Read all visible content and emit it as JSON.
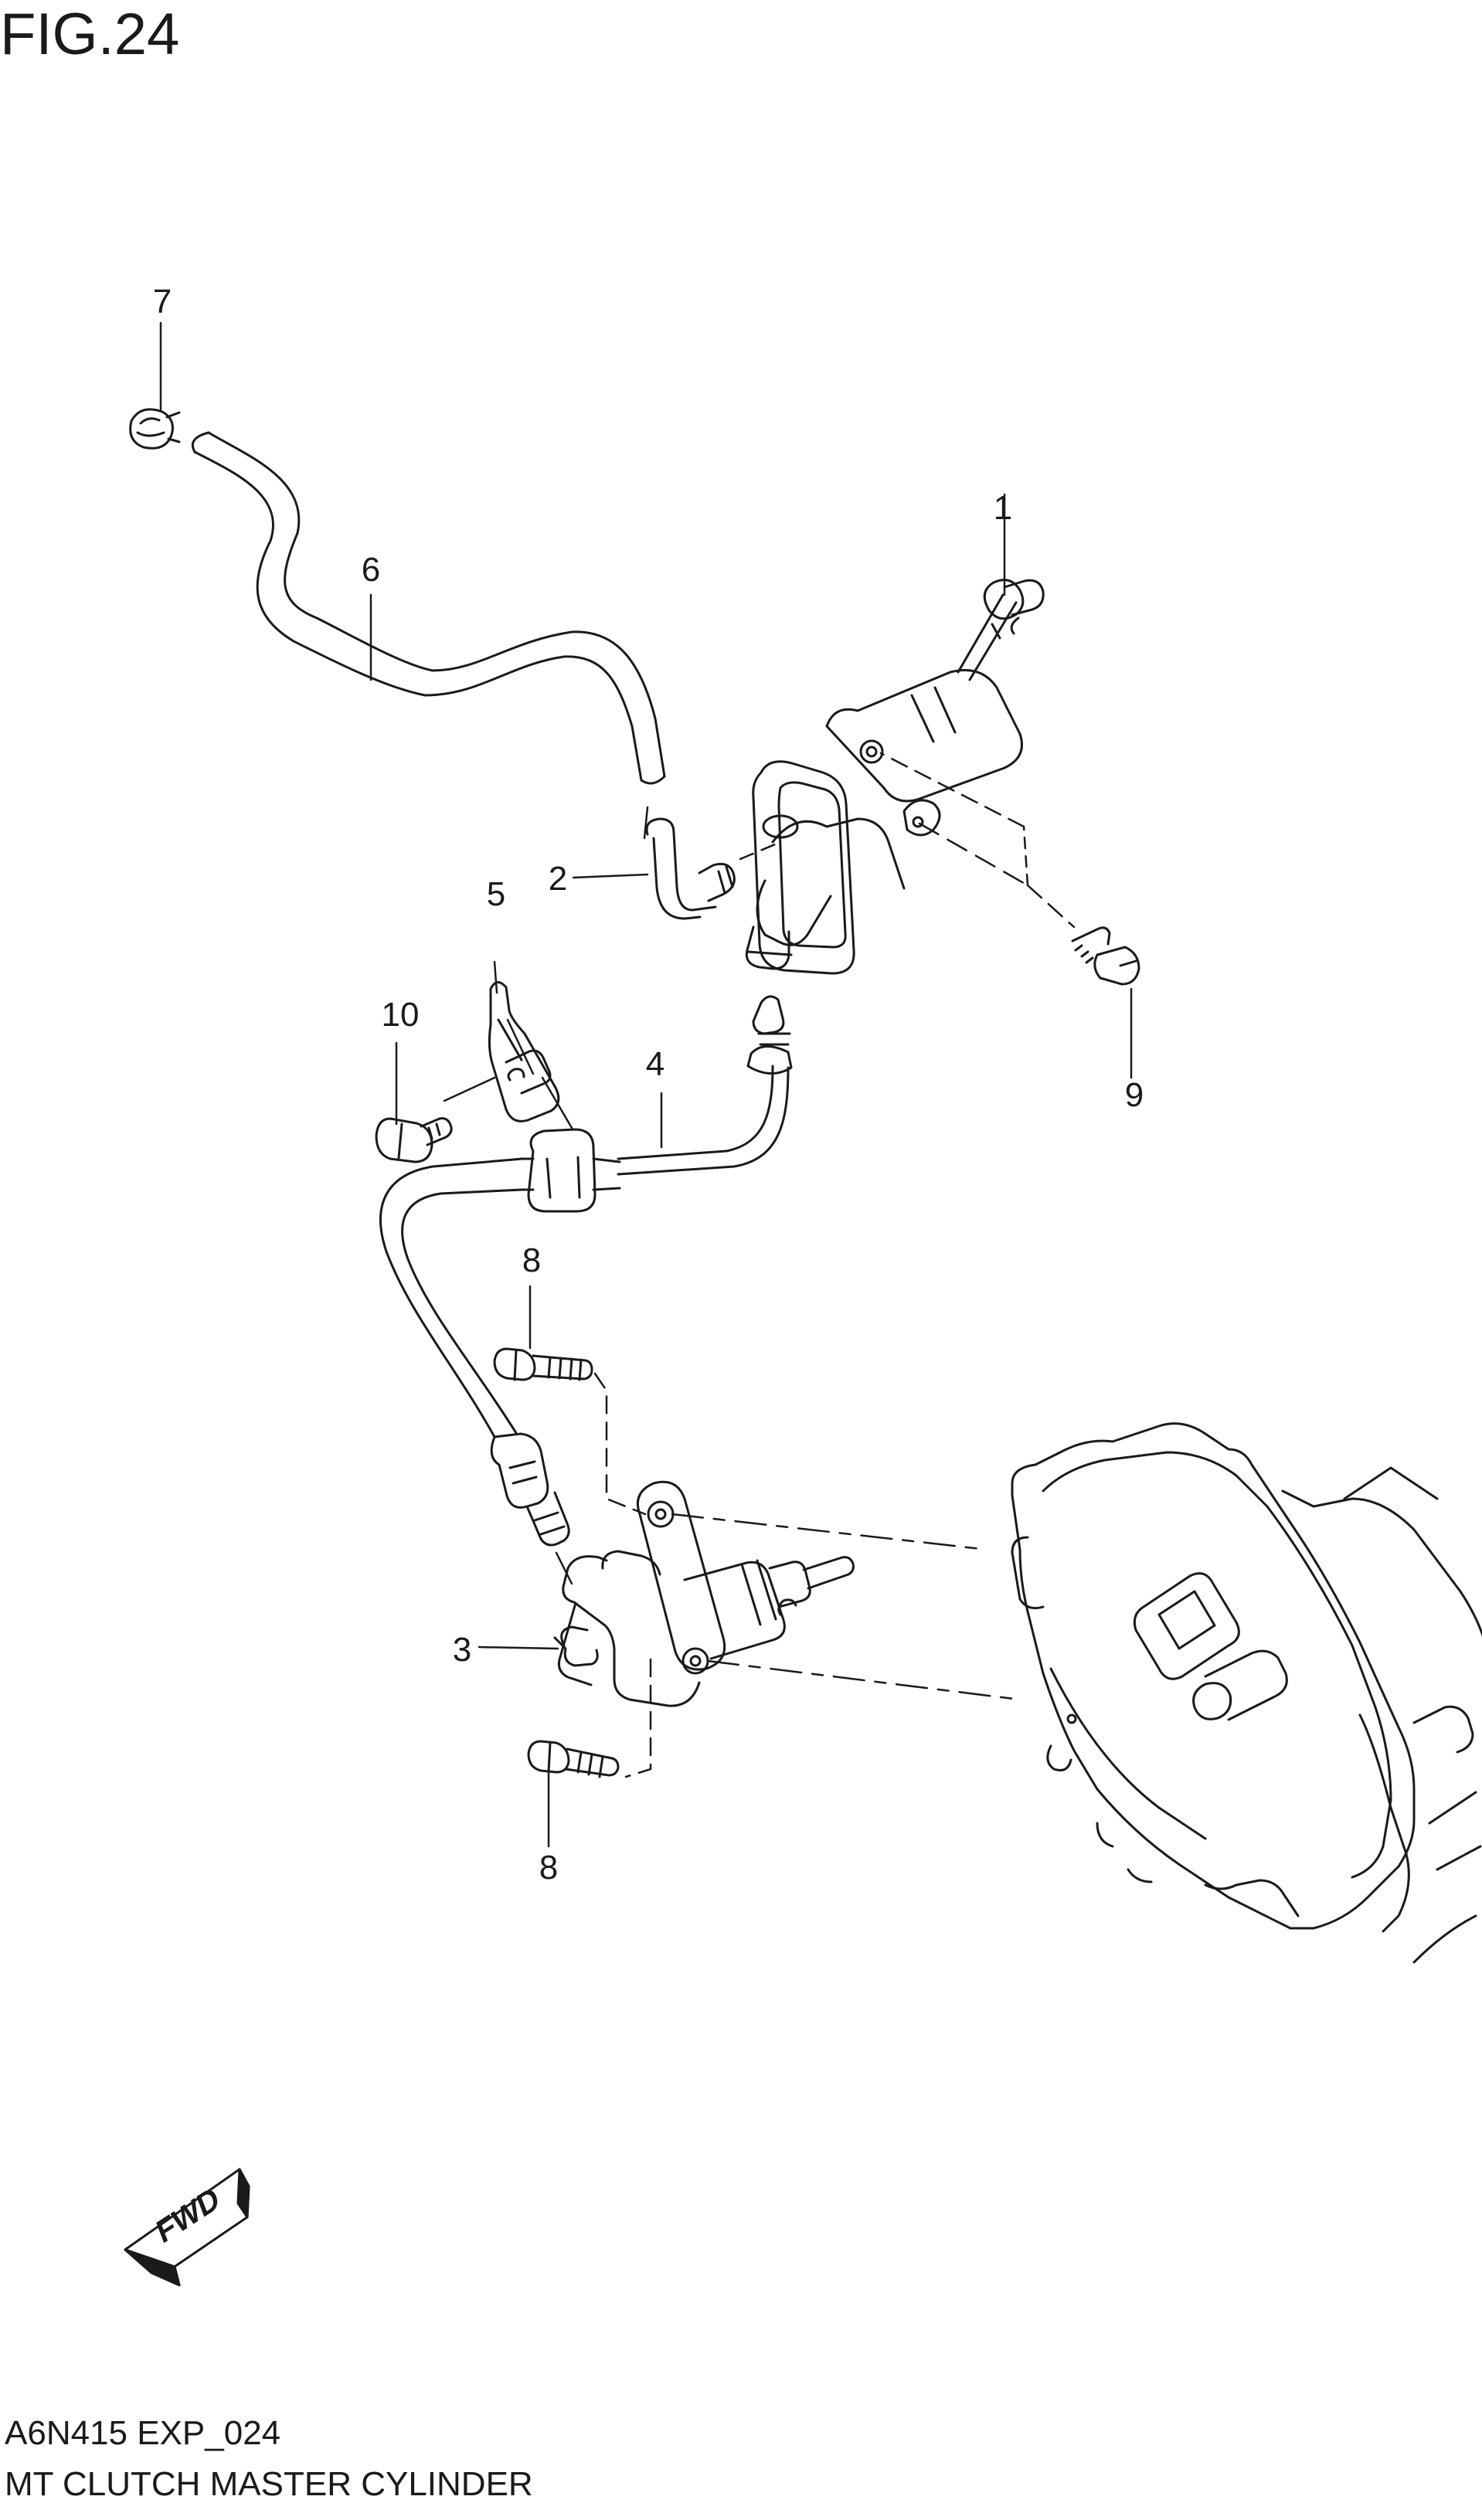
{
  "figure": {
    "title": "FIG.24"
  },
  "diagram": {
    "callouts": [
      "1",
      "2",
      "3",
      "4",
      "5",
      "6",
      "7",
      "8",
      "8",
      "9",
      "10"
    ],
    "fwd_label": "FWD"
  },
  "footer": {
    "code": "A6N415 EXP_024",
    "caption": "MT CLUTCH MASTER CYLINDER"
  }
}
